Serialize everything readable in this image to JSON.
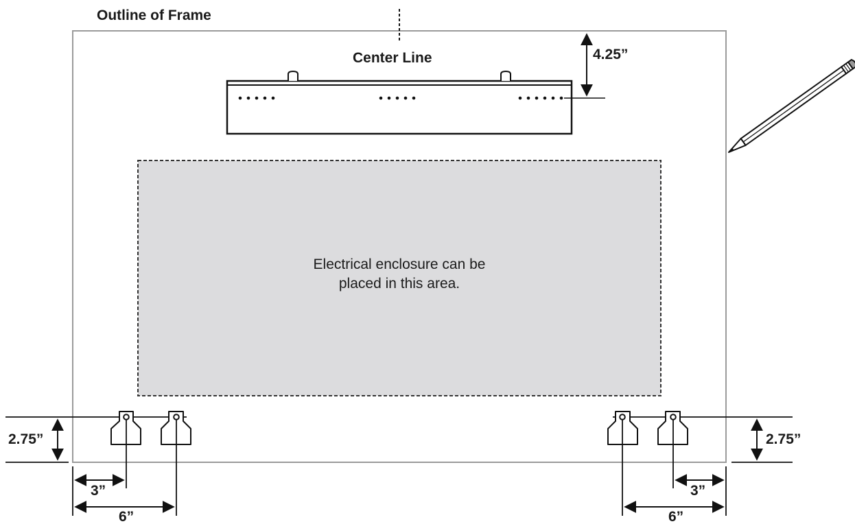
{
  "labels": {
    "outline": "Outline of Frame",
    "center_line": "Center Line",
    "top_offset": "4.25”",
    "enclosure_line1": "Electrical enclosure can be",
    "enclosure_line2": "placed in this area.",
    "left_height": "2.75”",
    "right_height": "2.75”",
    "left_3": "3”",
    "left_6": "6”",
    "right_3": "3”",
    "right_6": "6”"
  },
  "colors": {
    "frame": "#999999",
    "ink": "#111111",
    "enclosure_fill": "#dcdcde",
    "enclosure_border": "#333333"
  },
  "icons": [
    "pencil-icon"
  ]
}
